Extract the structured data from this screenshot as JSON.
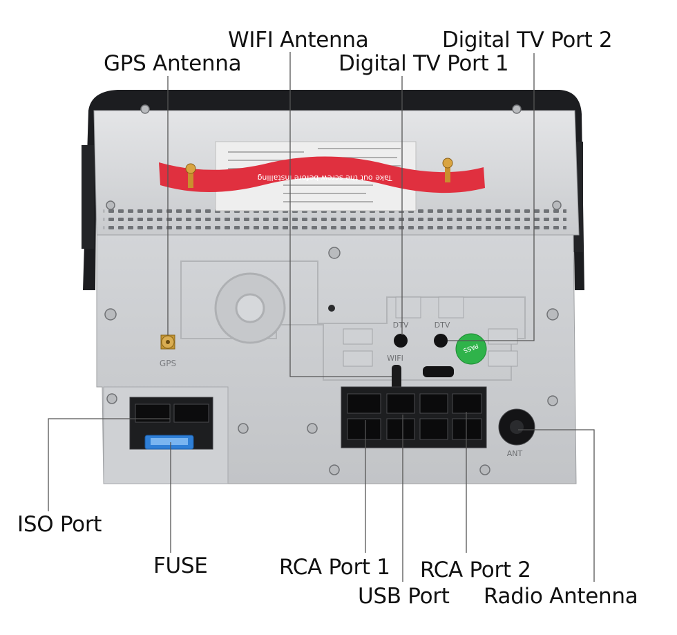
{
  "labels": {
    "gps_antenna": "GPS Antenna",
    "wifi_antenna": "WIFI Antenna",
    "digital_tv_port_1": "Digital TV Port 1",
    "digital_tv_port_2": "Digital TV Port 2",
    "iso_port": "ISO Port",
    "fuse": "FUSE",
    "rca_port_1": "RCA Port 1",
    "usb_port": "USB Port",
    "rca_port_2": "RCA Port 2",
    "radio_antenna": "Radio Antenna"
  },
  "unit_markings": {
    "gps": "GPS",
    "dtv_1": "DTV",
    "dtv_2": "DTV",
    "wifi": "WIFI",
    "ant": "ANT",
    "pass_sticker": "PASS",
    "warning_tape": "Take out the screw before installing"
  },
  "colors": {
    "leader_line": "#555555",
    "chassis": "#d9dadd",
    "back_plate": "#c8cacd",
    "warning_tape": "#e0303f",
    "fuse": "#2f7fd6",
    "pass_sticker": "#2fb34a"
  }
}
